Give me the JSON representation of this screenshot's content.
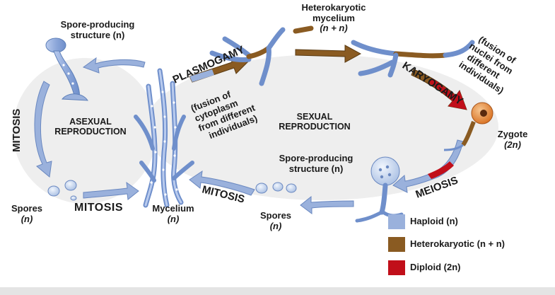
{
  "labels": {
    "heterokaryotic_mycelium": [
      "Heterokaryotic",
      "mycelium"
    ],
    "heterokaryotic_ploidy": "(n + n)",
    "spore_structure_top": [
      "Spore-producing",
      "structure (n)"
    ],
    "plasmogamy": "PLASMOGAMY",
    "plasmogamy_note": [
      "(fusion of",
      "cytoplasm",
      "from different",
      "individuals)"
    ],
    "karyogamy": "KARYOGAMY",
    "karyogamy_note": [
      "(fusion of",
      "nuclei from",
      "different",
      "individuals)"
    ],
    "asexual": [
      "ASEXUAL",
      "REPRODUCTION"
    ],
    "sexual": [
      "SEXUAL",
      "REPRODUCTION"
    ],
    "mitosis_left": "MITOSIS",
    "mitosis_bottom_left": "MITOSIS",
    "mitosis_bottom_mid": "MITOSIS",
    "meiosis": "MEIOSIS",
    "zygote": "Zygote",
    "zygote_ploidy": "(2n)",
    "spore_structure_bottom": [
      "Spore-producing",
      "structure (n)"
    ],
    "spores_left": "Spores",
    "spores_left_ploidy": "(n)",
    "spores_right": "Spores",
    "spores_right_ploidy": "(n)",
    "mycelium": "Mycelium",
    "mycelium_ploidy": "(n)"
  },
  "legend": [
    {
      "label": "Haploid (n)",
      "color": "#9ab1dc"
    },
    {
      "label": "Heterokaryotic (n + n)",
      "color": "#8a5b22"
    },
    {
      "label": "Diploid (2n)",
      "color": "#c10f1a"
    }
  ],
  "colors": {
    "haploid": "#9ab1dc",
    "haploid_dark": "#5d7fb8",
    "heterokaryotic": "#8a5b22",
    "diploid": "#c10f1a",
    "zygote": "#e38a3a"
  }
}
